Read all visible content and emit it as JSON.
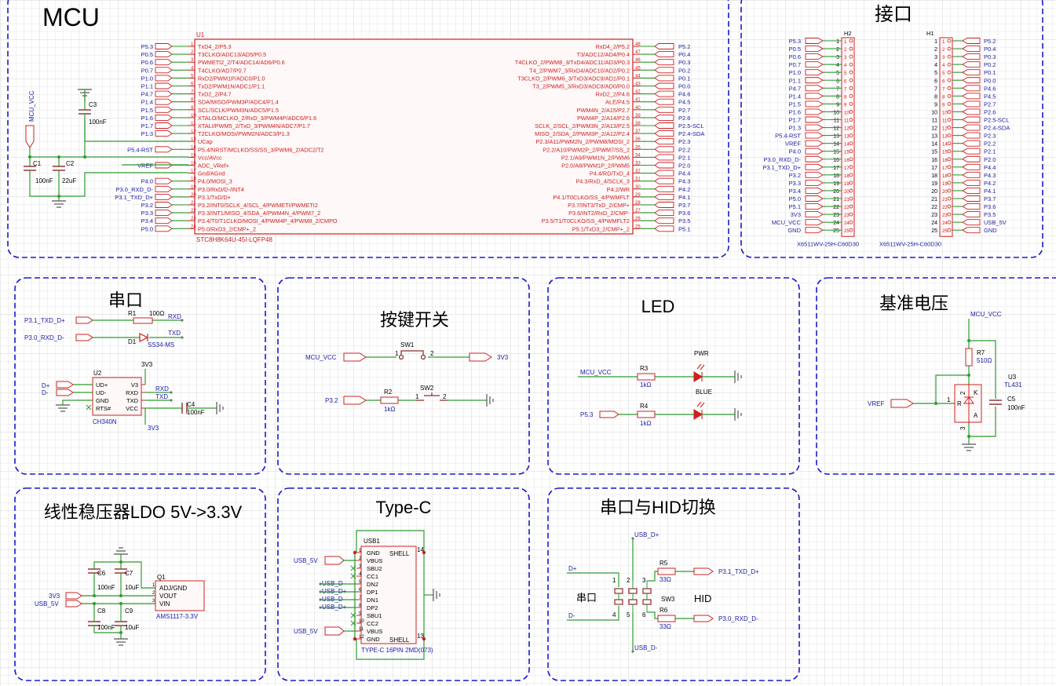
{
  "colors": {
    "wire": "#2e9b2e",
    "part": "#cc2020",
    "text": "#1a1aa8",
    "frame": "#1a1acc",
    "grid": "#e3e3e3",
    "pin": "#8b2b2b"
  },
  "sections": {
    "mcu": "MCU",
    "header": "接口",
    "uart": "串口",
    "key": "按键开关",
    "led": "LED",
    "vref": "基准电压",
    "ldo": "线性稳压器LDO 5V->3.3V",
    "typec": "Type-C",
    "switch": "串口与HID切换"
  },
  "mcu": {
    "ref": "U1",
    "part": "STC8H8K64U-45I-LQFP48",
    "left_pins": [
      {
        "n": "1",
        "name": "TxD4_2/P5.3",
        "net": "P5.3"
      },
      {
        "n": "2",
        "name": "T3CLKO/ADC13/AD5/P0.5",
        "net": "P0.5"
      },
      {
        "n": "3",
        "name": "PWMETI2_2/T4/ADC14/AD6/P0.6",
        "net": "P0.6"
      },
      {
        "n": "4",
        "name": "T4CLKO/AD7/P0.7",
        "net": "P0.7"
      },
      {
        "n": "5",
        "name": "RxD2/PWM1P/ADC0/P1.0",
        "net": "P1.0"
      },
      {
        "n": "6",
        "name": "TxD2/PWM1N/ADC1/P1.1",
        "net": "P1.1"
      },
      {
        "n": "7",
        "name": "TxD2_2/P4.7",
        "net": "P4.7"
      },
      {
        "n": "8",
        "name": "SDA/MISO/PWM3P/ADC4/P1.4",
        "net": "P1.4"
      },
      {
        "n": "9",
        "name": "SCL/SCLK/PWM3N/ADC5/P1.5",
        "net": "P1.5"
      },
      {
        "n": "10",
        "name": "XTALO/MCLKO_2/RxD_3/PWM4P/ADC6/P1.6",
        "net": "P1.6"
      },
      {
        "n": "11",
        "name": "XTALI/PWM5_2/TxD_3/PWM4N/ADC7/P1.7",
        "net": "P1.7"
      },
      {
        "n": "12",
        "name": "T2CLKO/MOSI/PWM2N/ADC3/P1.3",
        "net": "P1.3"
      },
      {
        "n": "13",
        "name": "UCap",
        "net": ""
      },
      {
        "n": "14",
        "name": "P5.4/NRST/MCLKO/SS/SS_3/PWM6_2/ADC2/T2",
        "net": "P5.4-RST"
      },
      {
        "n": "15",
        "name": "Vcc/AVcc",
        "net": ""
      },
      {
        "n": "16",
        "name": "ADC_VRef+",
        "net": "VREF"
      },
      {
        "n": "17",
        "name": "Gnd/AGnd",
        "net": ""
      },
      {
        "n": "18",
        "name": "P4.0/MOSI_3",
        "net": "P4.0"
      },
      {
        "n": "19",
        "name": "P3.0/RxD/D-/INT4",
        "net": "P3.0_RXD_D-"
      },
      {
        "n": "20",
        "name": "P3.1/TxD/D+",
        "net": "P3.1_TXD_D+"
      },
      {
        "n": "21",
        "name": "P3.2/INT0/SCLK_4/SCL_4/PWMETI/PWMETI2",
        "net": "P3.2"
      },
      {
        "n": "22",
        "name": "P3.3/INT1/MISO_4/SDA_4/PWM4N_4/PWM7_2",
        "net": "P3.3"
      },
      {
        "n": "23",
        "name": "P3.4/T0/T1CLKO/MOSI_4/PWM4P_4/PWM8_2/CMPO",
        "net": "P3.4"
      },
      {
        "n": "24",
        "name": "P5.0/RxD3_2/CMP+_2",
        "net": "P5.0"
      }
    ],
    "right_pins": [
      {
        "n": "48",
        "name": "RxD4_2/P5.2",
        "net": "P5.2"
      },
      {
        "n": "47",
        "name": "T3/ADC12/AD4/P0.4",
        "net": "P0.4"
      },
      {
        "n": "46",
        "name": "T4CLKO_2/PWM8_3/TxD4/ADC11/AD3/P0.3",
        "net": "P0.3"
      },
      {
        "n": "45",
        "name": "T4_2/PWM7_3/RxD4/ADC10/AD2/P0.2",
        "net": "P0.2"
      },
      {
        "n": "44",
        "name": "T3CLKO_2/PWM6_3/TxD3/ADC9/AD1/P0.1",
        "net": "P0.1"
      },
      {
        "n": "43",
        "name": "T3_2/PWM5_3/RxD3/ADC8/AD0/P0.0",
        "net": "P0.0"
      },
      {
        "n": "42",
        "name": "RxD2_2/P4.6",
        "net": "P4.6"
      },
      {
        "n": "41",
        "name": "ALE/P4.5",
        "net": "P4.5"
      },
      {
        "n": "40",
        "name": "PWM4N_2/A15/P2.7",
        "net": "P2.7"
      },
      {
        "n": "39",
        "name": "PWM4P_2/A14/P2.6",
        "net": "P2.6"
      },
      {
        "n": "38",
        "name": "SCLK_2/SCL_2/PWM3N_2/A13/P2.5",
        "net": "P2.5-SCL"
      },
      {
        "n": "37",
        "name": "MISO_2/SDA_2/PWM3P_2/A12/P2.4",
        "net": "P2.4-SDA"
      },
      {
        "n": "36",
        "name": "P2.3/A11/PWM2N_2/PWM8/MOSI_2",
        "net": "P2.3"
      },
      {
        "n": "35",
        "name": "P2.2/A10/PWM2P_2/PWM7/SS_2",
        "net": "P2.2"
      },
      {
        "n": "34",
        "name": "P2.1/A9/PWM1N_2/PWM6",
        "net": "P2.1"
      },
      {
        "n": "33",
        "name": "P2.0/A8/PWM1P_2/PWM5",
        "net": "P2.0"
      },
      {
        "n": "32",
        "name": "P4.4/RD/TxD_4",
        "net": "P4.4"
      },
      {
        "n": "31",
        "name": "P4.3/RxD_4/SCLK_3",
        "net": "P4.3"
      },
      {
        "n": "30",
        "name": "P4.2/WR",
        "net": "P4.2"
      },
      {
        "n": "29",
        "name": "P4.1/T0CLKO/SS_4/PWMFLT",
        "net": "P4.1"
      },
      {
        "n": "28",
        "name": "P3.7/INT3/TxD_2/CMP+",
        "net": "P3.7"
      },
      {
        "n": "27",
        "name": "P3.6/INT2/RxD_2/CMP-",
        "net": "P3.6"
      },
      {
        "n": "26",
        "name": "P3.5/T1/T0CLKO/SS_4/PWMFLT2",
        "net": "P3.5"
      },
      {
        "n": "25",
        "name": "P5.1/TxD3_2/CMP+_2",
        "net": "P5.1"
      }
    ],
    "vcc_label": "MCU_VCC",
    "c1": {
      "ref": "C1",
      "val": "100nF"
    },
    "c2": {
      "ref": "C2",
      "val": "22uF"
    },
    "c3": {
      "ref": "C3",
      "val": "100nF"
    }
  },
  "headers": {
    "h2": {
      "ref": "H2",
      "part": "X6511WV-25H-C60D30",
      "nets": [
        "P5.3",
        "P0.5",
        "P0.6",
        "P0.7",
        "P1.0",
        "P1.1",
        "P4.7",
        "P1.4",
        "P1.5",
        "P1.6",
        "P1.7",
        "P1.3",
        "P5.4-RST",
        "VREF",
        "P4.0",
        "P3.0_RXD_D-",
        "P3.1_TXD_D+",
        "P3.2",
        "P3.3",
        "P3.4",
        "P5.0",
        "P5.1",
        "3V3",
        "MCU_VCC",
        "GND"
      ]
    },
    "h1": {
      "ref": "H1",
      "part": "X6511WV-25H-C60D30",
      "nets": [
        "P5.2",
        "P0.4",
        "P0.3",
        "P0.2",
        "P0.1",
        "P0.0",
        "P4.6",
        "P4.5",
        "P2.7",
        "P2.6",
        "P2.5-SCL",
        "P2.4-SDA",
        "P2.3",
        "P2.2",
        "P2.1",
        "P2.0",
        "P4.4",
        "P4.3",
        "P4.2",
        "P4.1",
        "P3.7",
        "P3.6",
        "P3.5",
        "USB_5V",
        "GND"
      ]
    }
  },
  "uart": {
    "net_txd": "P3.1_TXD_D+",
    "net_rxd": "P3.0_RXD_D-",
    "r1": {
      "ref": "R1",
      "val": "100Ω"
    },
    "d1": {
      "ref": "D1",
      "val": "SS34-MS"
    },
    "txd": "TXD",
    "rxd": "RXD",
    "v33": "3V3",
    "dp": "D+",
    "dm": "D-",
    "u2": {
      "ref": "U2",
      "part": "CH340N",
      "pins_left": [
        "UD+",
        "UD-",
        "GND",
        "RTS#"
      ],
      "pins_right": [
        "V3",
        "RXD",
        "TXD",
        "VCC"
      ]
    },
    "c4": {
      "ref": "C4",
      "val": "100nF"
    }
  },
  "key": {
    "vcc": "MCU_VCC",
    "v33": "3V3",
    "sw1": "SW1",
    "sw2": "SW2",
    "r2": {
      "ref": "R2",
      "val": "1kΩ"
    },
    "net": "P3.2",
    "p1": "1",
    "p2": "2"
  },
  "led": {
    "vcc": "MCU_VCC",
    "net": "P5.3",
    "r3": {
      "ref": "R3",
      "val": "1kΩ"
    },
    "r4": {
      "ref": "R4",
      "val": "1kΩ"
    },
    "pwr": "PWR",
    "blue": "BLUE"
  },
  "vref": {
    "vcc": "MCU_VCC",
    "net": "VREF",
    "r7": {
      "ref": "R7",
      "val": "510Ω"
    },
    "u3": {
      "ref": "U3",
      "part": "TL431"
    },
    "c5": {
      "ref": "C5",
      "val": "100nF"
    },
    "pin1": "1",
    "pin2": "2",
    "pin3": "3",
    "lr": "R",
    "lk": "K",
    "la": "A"
  },
  "ldo": {
    "v33": "3V3",
    "usb5v": "USB_5V",
    "q1": {
      "ref": "Q1",
      "part": "AMS1117-3.3V",
      "pins": [
        "ADJ/GND",
        "VOUT",
        "VIN"
      ],
      "nums": [
        "1",
        "2",
        "3"
      ]
    },
    "c6": {
      "ref": "C6",
      "val": "100nF"
    },
    "c7": {
      "ref": "C7",
      "val": "10uF"
    },
    "c8": {
      "ref": "C8",
      "val": "100nF"
    },
    "c9": {
      "ref": "C9",
      "val": "10uF"
    }
  },
  "typec": {
    "ref": "USB1",
    "part": "TYPE-C 16PIN 2MD(073)",
    "pins": [
      {
        "n": "1",
        "name": "GND"
      },
      {
        "n": "2",
        "name": "VBUS"
      },
      {
        "n": "3",
        "name": "SBU2"
      },
      {
        "n": "4",
        "name": "CC1"
      },
      {
        "n": "5",
        "name": "DN2"
      },
      {
        "n": "6",
        "name": "DP1"
      },
      {
        "n": "7",
        "name": "DN1"
      },
      {
        "n": "8",
        "name": "DP2"
      },
      {
        "n": "9",
        "name": "SBU1"
      },
      {
        "n": "10",
        "name": "CC2"
      },
      {
        "n": "11",
        "name": "VBUS"
      },
      {
        "n": "12",
        "name": "GND"
      }
    ],
    "shell": "SHELL",
    "shell_top": "14",
    "shell_bot": "13",
    "usb5v": "USB_5V",
    "nets": [
      "USB_D-",
      "USB_D+",
      "USB_D-",
      "USB_D+"
    ]
  },
  "switch": {
    "usb_dp": "USB_D+",
    "usb_dm": "USB_D-",
    "dp": "D+",
    "dm": "D-",
    "uart_label": "串口",
    "hid_label": "HID",
    "r5": {
      "ref": "R5",
      "val": "33Ω"
    },
    "r6": {
      "ref": "R6",
      "val": "33Ω"
    },
    "sw3": "SW3",
    "net_txd": "P3.1_TXD_D+",
    "net_rxd": "P3.0_RXD_D-",
    "pins": [
      "1",
      "2",
      "3",
      "4",
      "5",
      "6"
    ]
  }
}
